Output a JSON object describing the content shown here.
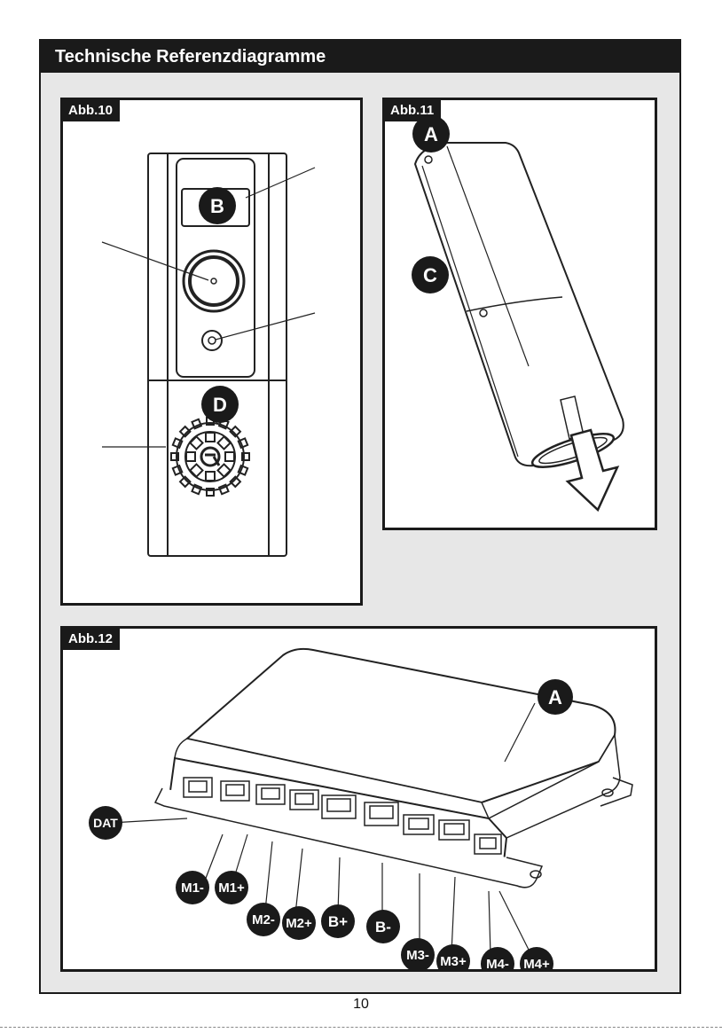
{
  "header": {
    "title": "Technische Referenzdiagramme"
  },
  "figures": {
    "fig10": {
      "tag": "Abb.10",
      "labels": {
        "b": "B",
        "d": "D"
      }
    },
    "fig11": {
      "tag": "Abb.11",
      "labels": {
        "a": "A",
        "c": "C"
      }
    },
    "fig12": {
      "tag": "Abb.12",
      "labels": {
        "a": "A",
        "dat": "DAT",
        "m1minus": "M1-",
        "m1plus": "M1+",
        "m2minus": "M2-",
        "m2plus": "M2+",
        "bplus": "B+",
        "bminus": "B-",
        "m3minus": "M3-",
        "m3plus": "M3+",
        "m4minus": "M4-",
        "m4plus": "M4+"
      }
    }
  },
  "footer": {
    "page_number": "10"
  }
}
